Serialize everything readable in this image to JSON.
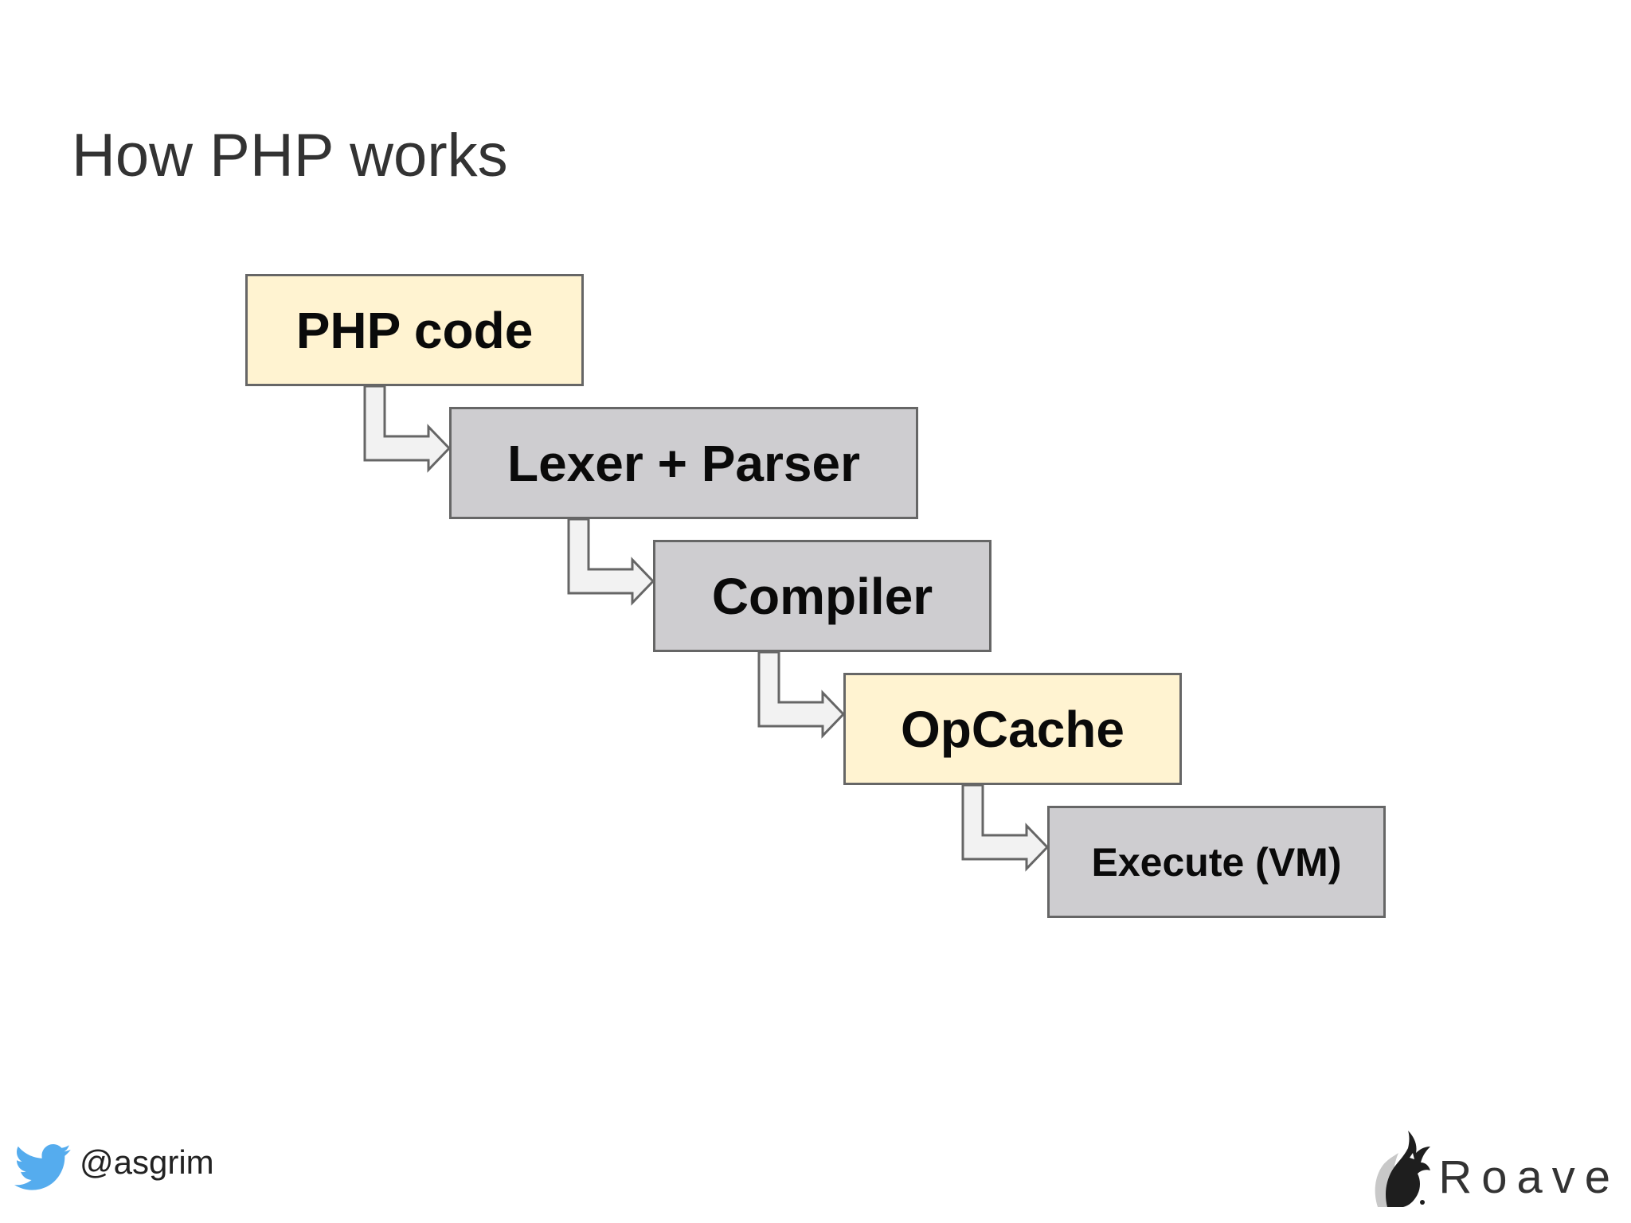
{
  "slide": {
    "title": "How PHP works"
  },
  "flow": {
    "steps": [
      {
        "label": "PHP code",
        "style": "highlight"
      },
      {
        "label": "Lexer + Parser",
        "style": "normal"
      },
      {
        "label": "Compiler",
        "style": "normal"
      },
      {
        "label": "OpCache",
        "style": "highlight"
      },
      {
        "label": "Execute (VM)",
        "style": "normal"
      }
    ],
    "colors": {
      "highlight_fill": "#fff3d1",
      "normal_fill": "#cecdd0",
      "border": "#666666",
      "arrow_fill": "#f2f2f2"
    },
    "arrow_icon": "bent-arrow-icon"
  },
  "footer": {
    "twitter_icon": "twitter-bird-icon",
    "twitter_color": "#55acee",
    "handle": "@asgrim",
    "brand_icon": "roave-logo-icon",
    "brand_name": "Roave"
  }
}
